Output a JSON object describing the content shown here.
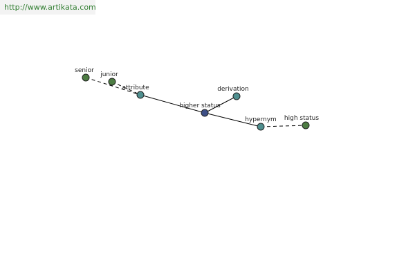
{
  "header": {
    "url": "http://www.artikata.com"
  },
  "colors": {
    "center": "#3d4f86",
    "relation": "#4f8f8f",
    "word": "#4d7c43"
  },
  "graph": {
    "nodes": [
      {
        "id": "senior",
        "label": "senior",
        "kind": "word"
      },
      {
        "id": "junior",
        "label": "junior",
        "kind": "word"
      },
      {
        "id": "attribute",
        "label": "attribute",
        "kind": "relation"
      },
      {
        "id": "higher-status",
        "label": "higher status",
        "kind": "center"
      },
      {
        "id": "derivation",
        "label": "derivation",
        "kind": "relation"
      },
      {
        "id": "hypernym",
        "label": "hypernym",
        "kind": "relation"
      },
      {
        "id": "high-status",
        "label": "high status",
        "kind": "word"
      }
    ],
    "edges": [
      {
        "from": "senior",
        "to": "attribute",
        "style": "dashed"
      },
      {
        "from": "junior",
        "to": "attribute",
        "style": "dashed"
      },
      {
        "from": "attribute",
        "to": "higher-status",
        "style": "solid"
      },
      {
        "from": "higher-status",
        "to": "derivation",
        "style": "solid"
      },
      {
        "from": "higher-status",
        "to": "hypernym",
        "style": "solid"
      },
      {
        "from": "hypernym",
        "to": "high-status",
        "style": "dashed"
      }
    ]
  }
}
